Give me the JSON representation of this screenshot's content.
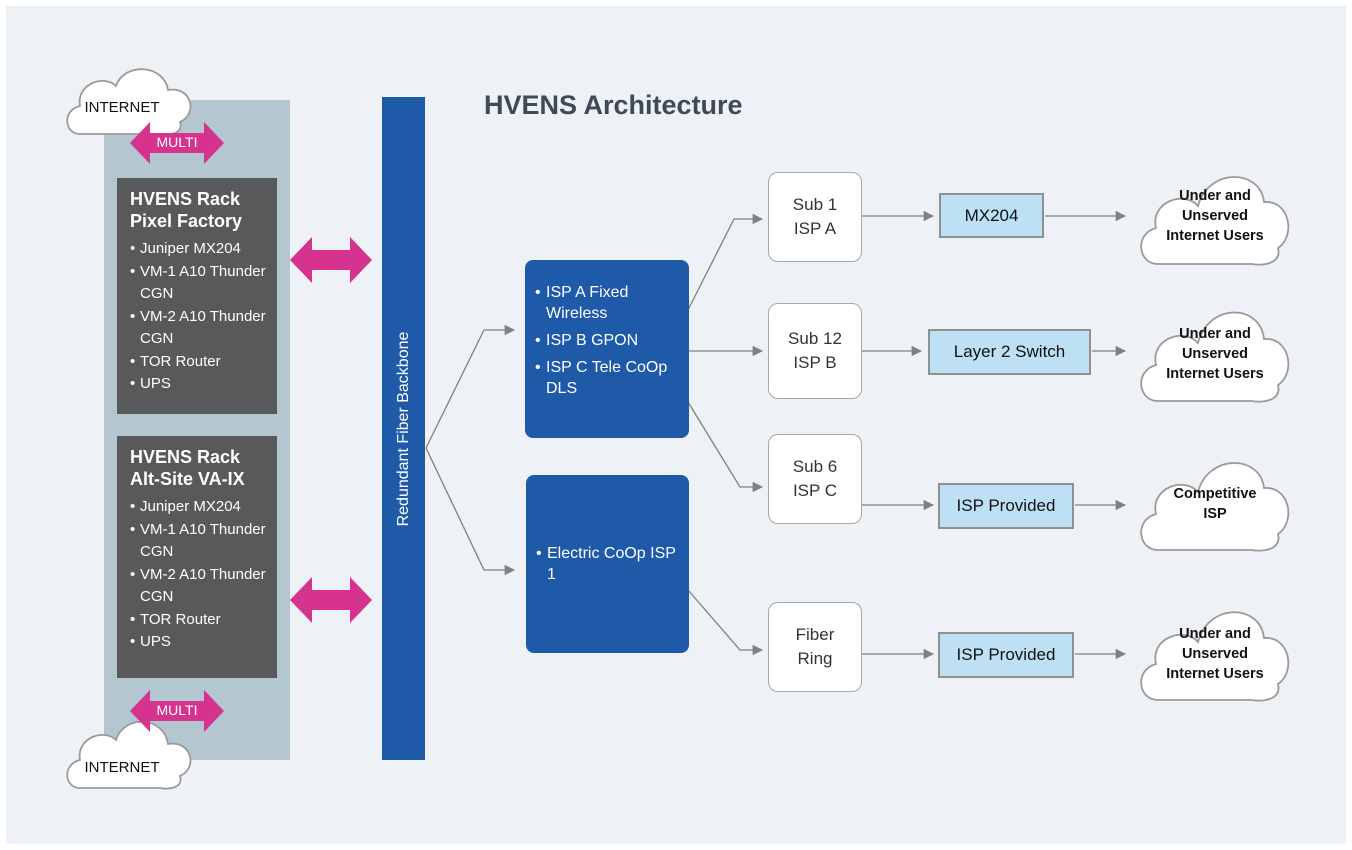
{
  "title": "HVENS Architecture",
  "colors": {
    "backbone": "#1f5aa8",
    "rack": "#59595c",
    "rack_column": "#b4c7d1",
    "arrow_magenta": "#d6338f",
    "device_fill": "#bde0f4",
    "background": "#eef1f5"
  },
  "internet_top": {
    "label": "INTERNET",
    "multi_label": "MULTI"
  },
  "internet_bottom": {
    "label": "INTERNET",
    "multi_label": "MULTI"
  },
  "racks": [
    {
      "title_line1": "HVENS Rack",
      "title_line2": "Pixel Factory",
      "items": [
        "Juniper MX204",
        "VM-1 A10 Thunder CGN",
        "VM-2 A10 Thunder CGN",
        "TOR Router",
        "UPS"
      ]
    },
    {
      "title_line1": "HVENS Rack",
      "title_line2": "Alt-Site VA-IX",
      "items": [
        "Juniper MX204",
        "VM-1 A10 Thunder CGN",
        "VM-2 A10 Thunder CGN",
        "TOR Router",
        "UPS"
      ]
    }
  ],
  "backbone_label": "Redundant Fiber Backbone",
  "hubs": [
    {
      "items": [
        "ISP A Fixed Wireless",
        "ISP B GPON",
        "ISP C Tele CoOp DLS"
      ]
    },
    {
      "items": [
        "Electric CoOp ISP 1"
      ]
    }
  ],
  "subs": [
    {
      "line1": "Sub 1",
      "line2": "ISP A"
    },
    {
      "line1": "Sub 12",
      "line2": "ISP B"
    },
    {
      "line1": "Sub 6",
      "line2": "ISP C"
    },
    {
      "line1": "Fiber",
      "line2": "Ring"
    }
  ],
  "devices": [
    "MX204",
    "Layer 2 Switch",
    "ISP Provided",
    "ISP Provided"
  ],
  "destinations": [
    {
      "lines": [
        "Under and",
        "Unserved",
        "Internet Users"
      ]
    },
    {
      "lines": [
        "Under and",
        "Unserved",
        "Internet Users"
      ]
    },
    {
      "lines": [
        "Competitive",
        "ISP"
      ]
    },
    {
      "lines": [
        "Under and",
        "Unserved",
        "Internet Users"
      ]
    }
  ]
}
